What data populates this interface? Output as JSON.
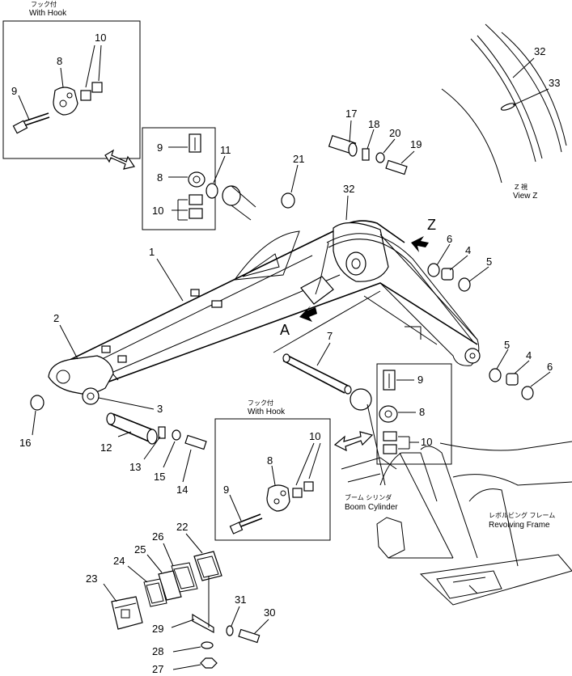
{
  "labels": {
    "with_hook_jp": "フック付",
    "with_hook_en": "With Hook",
    "view_z_jp": "Z 視",
    "view_z_en": "View Z",
    "boom_cyl_jp": "ブーム シリンダ",
    "boom_cyl_en": "Boom Cylinder",
    "rev_frame_jp": "レボルビング フレーム",
    "rev_frame_en": "Revolving Frame",
    "arrow_a": "A",
    "arrow_z": "Z"
  },
  "callouts": {
    "c1": "1",
    "c2": "2",
    "c3": "3",
    "c4": "4",
    "c4b": "4",
    "c5": "5",
    "c5b": "5",
    "c6": "6",
    "c6b": "6",
    "c7": "7",
    "c8a": "8",
    "c8b": "8",
    "c8c": "8",
    "c8d": "8",
    "c9a": "9",
    "c9b": "9",
    "c9c": "9",
    "c9d": "9",
    "c10a": "10",
    "c10b": "10",
    "c10c": "10",
    "c10d": "10",
    "c11": "11",
    "c12": "12",
    "c13": "13",
    "c14": "14",
    "c15": "15",
    "c16": "16",
    "c17": "17",
    "c18": "18",
    "c19": "19",
    "c20": "20",
    "c21": "21",
    "c22": "22",
    "c23": "23",
    "c24": "24",
    "c25": "25",
    "c26": "26",
    "c27": "27",
    "c28": "28",
    "c29": "29",
    "c30": "30",
    "c31": "31",
    "c32a": "32",
    "c32b": "32",
    "c33": "33"
  }
}
